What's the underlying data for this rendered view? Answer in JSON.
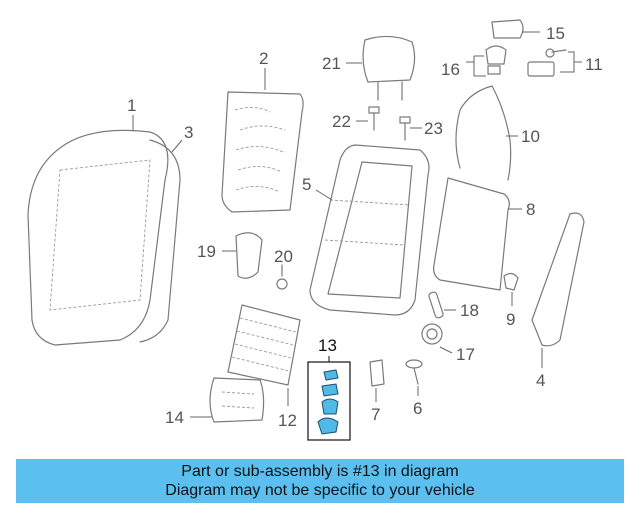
{
  "diagram": {
    "callouts": {
      "c1": "1",
      "c2": "2",
      "c3": "3",
      "c4": "4",
      "c5": "5",
      "c6": "6",
      "c7": "7",
      "c8": "8",
      "c9": "9",
      "c10": "10",
      "c11": "11",
      "c12": "12",
      "c13": "13",
      "c14": "14",
      "c15": "15",
      "c16": "16",
      "c17": "17",
      "c18": "18",
      "c19": "19",
      "c20": "20",
      "c21": "21",
      "c22": "22",
      "c23": "23"
    },
    "highlighted_part": "13",
    "highlight_color": "#4fb9e8"
  },
  "banner": {
    "line1": "Part or sub-assembly is #13 in diagram",
    "line2": "Diagram may not be specific to your vehicle",
    "background_color": "#5bbff0"
  }
}
